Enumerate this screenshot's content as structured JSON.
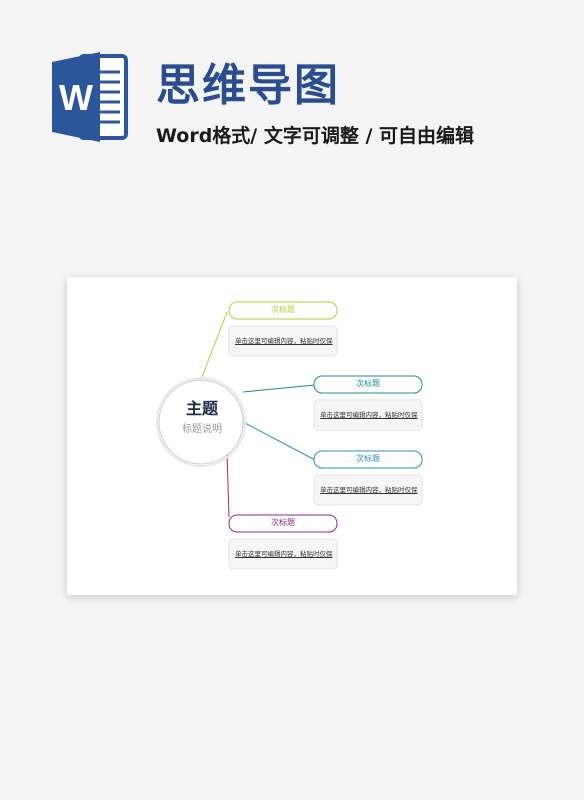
{
  "header": {
    "app_icon": "word-document-icon",
    "title": "思维导图",
    "subtitle": "Word格式/ 文字可调整 / 可自由编辑"
  },
  "mindmap": {
    "center": {
      "title": "主题",
      "subtitle": "标题说明"
    },
    "branches": [
      {
        "label": "次标题",
        "note": "单击这里可编辑内容，粘贴时仅保",
        "color": "#b6cc3c"
      },
      {
        "label": "次标题",
        "note": "单击这里可编辑内容，粘贴时仅保",
        "color": "#1a8f8f"
      },
      {
        "label": "次标题",
        "note": "单击这里可编辑内容，粘贴时仅保",
        "color": "#2a8fc0"
      },
      {
        "label": "次标题",
        "note": "单击这里可编辑内容，粘贴时仅保",
        "color": "#8a2a8f"
      }
    ]
  },
  "colors": {
    "title": "#2a4d8f",
    "word_blue": "#2b579a"
  }
}
